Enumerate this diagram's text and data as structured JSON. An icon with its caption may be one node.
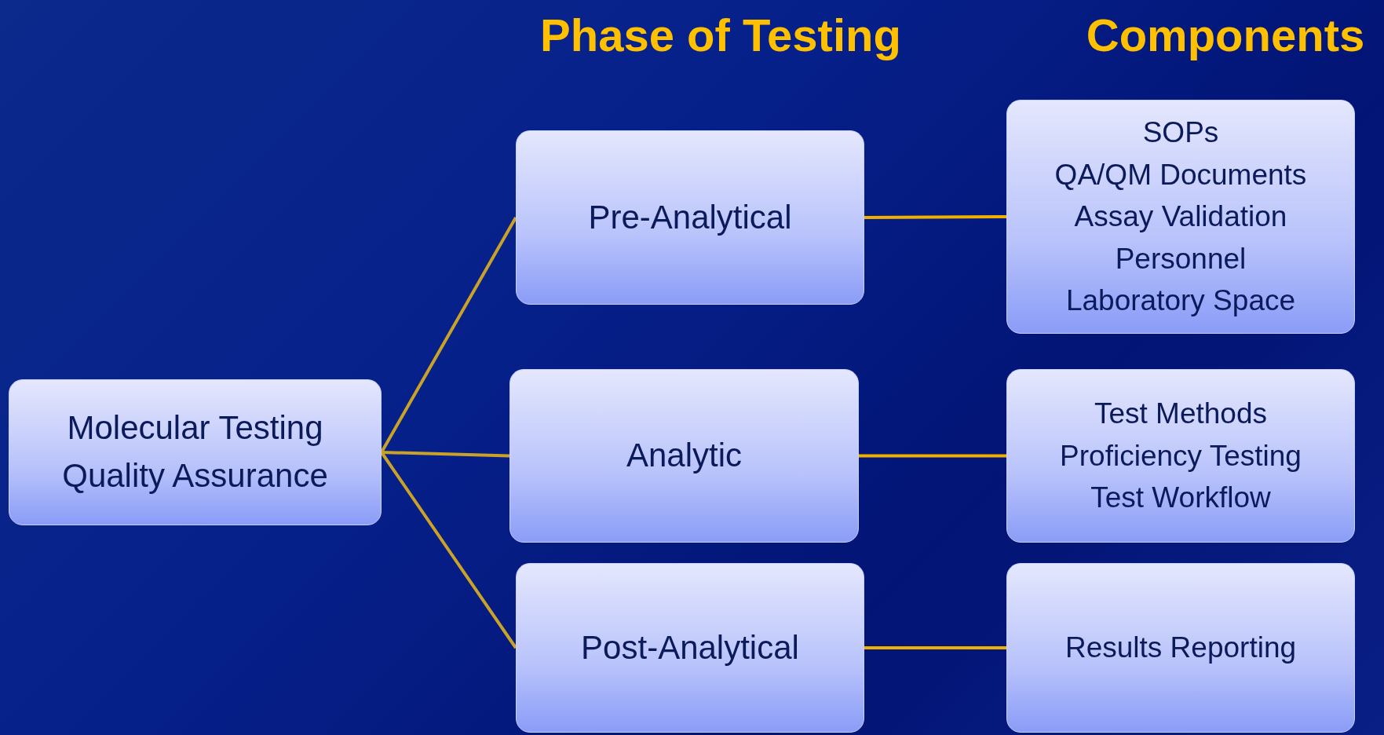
{
  "diagram": {
    "nodes": [
      {
        "text": [
          "Molecular Testing Quality Assurance"
        ]
      },
      {
        "text": [
          "Pre-Analytical"
        ]
      },
      {
        "text": [
          "Analytic"
        ]
      },
      {
        "text": [
          "Post-Analytical"
        ]
      },
      {
        "text": [
          "SOPs",
          "QA/QM Documents",
          "Assay Validation",
          "Personnel",
          "Laboratory Space"
        ]
      },
      {
        "text": [
          "Test Methods",
          "Proficiency Testing",
          "Test Workflow"
        ]
      },
      {
        "text": [
          "Results Reporting"
        ]
      }
    ],
    "edges": [
      {
        "from": 0,
        "to": 1,
        "arrow": "none",
        "color": "#c9a227"
      },
      {
        "from": 0,
        "to": 2,
        "arrow": "none",
        "color": "#c9a227"
      },
      {
        "from": 0,
        "to": 3,
        "arrow": "none",
        "color": "#c9a227"
      },
      {
        "from": 1,
        "to": 4,
        "arrow": "none"
      },
      {
        "from": 2,
        "to": 5,
        "arrow": "none"
      },
      {
        "from": 3,
        "to": 6,
        "arrow": "none"
      }
    ],
    "labels": [
      "Phase of Testing",
      "Components"
    ]
  }
}
